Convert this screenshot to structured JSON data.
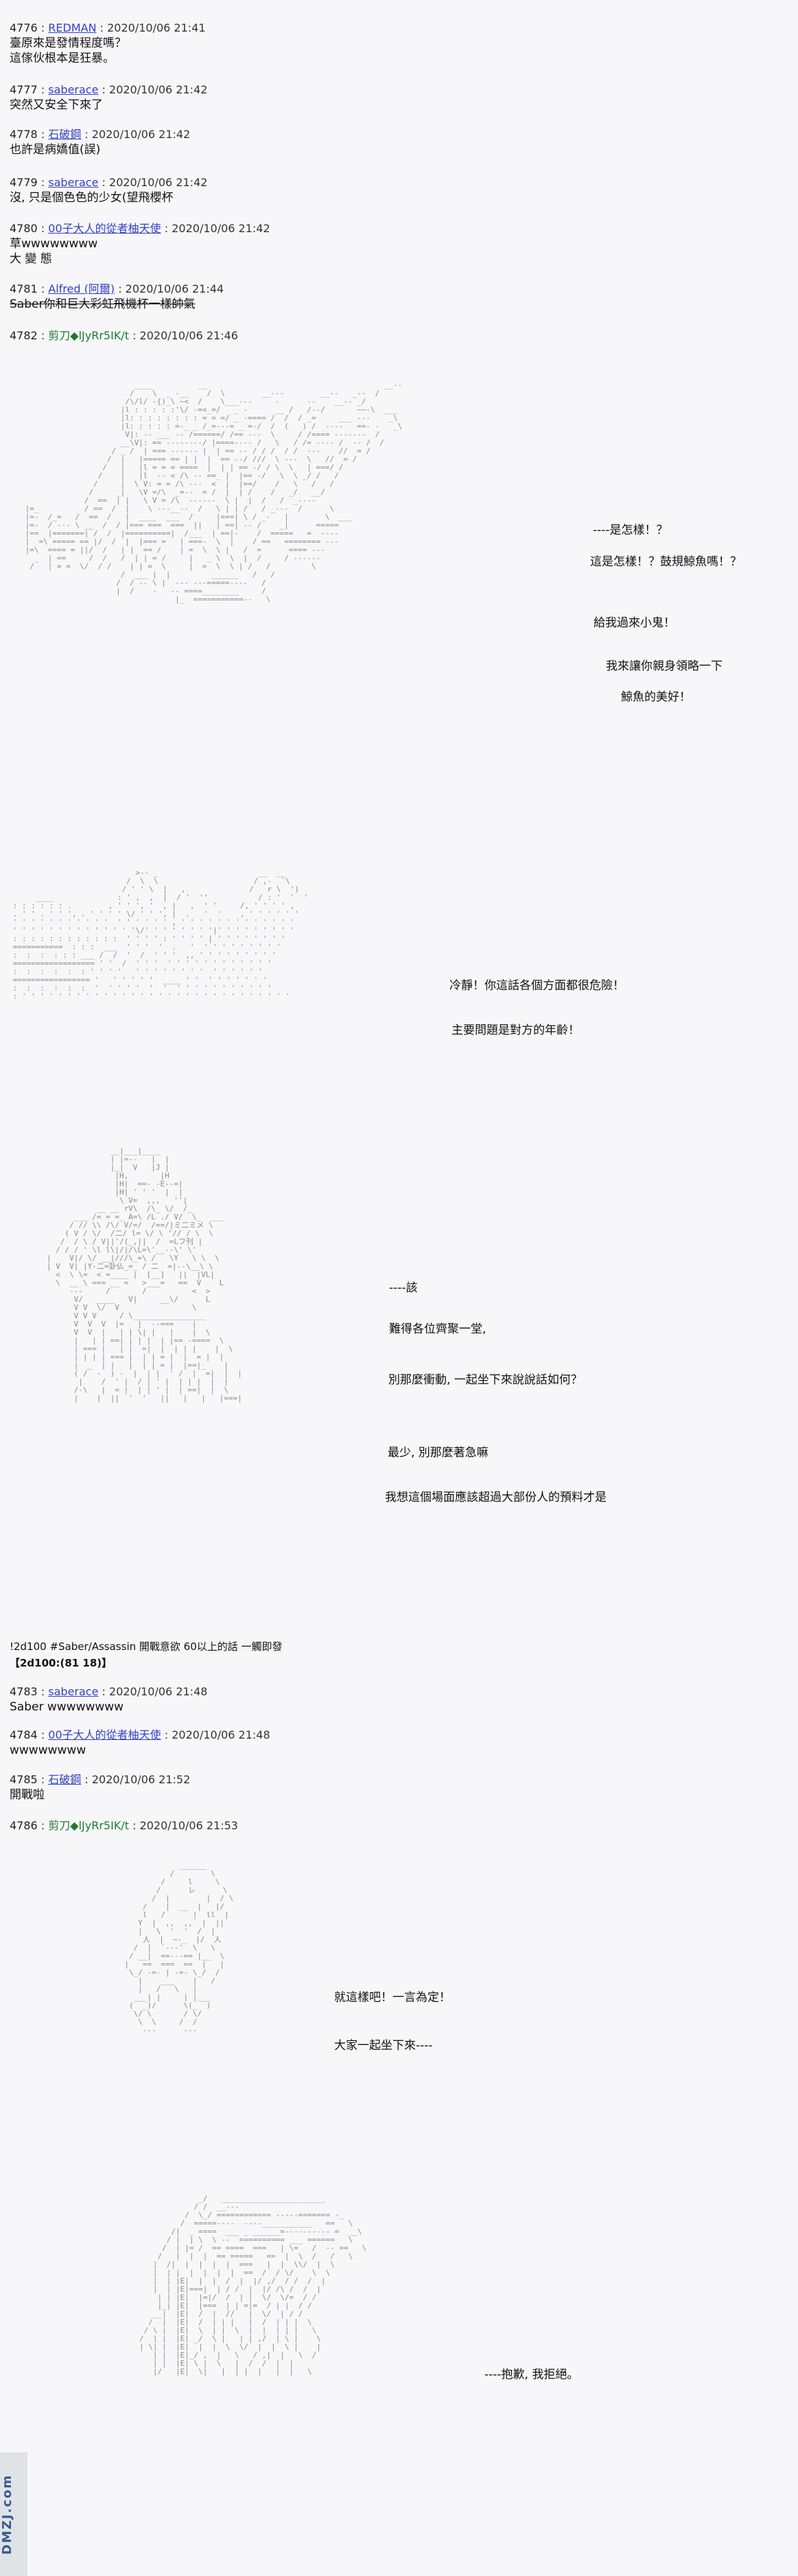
{
  "posts": [
    {
      "num": "4776",
      "name": "REDMAN",
      "time": "2020/10/06 21:41",
      "lines": [
        "臺原來是發情程度嗎？",
        "這傢伙根本是狂暴。"
      ]
    },
    {
      "num": "4777",
      "name": "saberace",
      "time": "2020/10/06 21:42",
      "lines": [
        "突然又安全下來了"
      ]
    },
    {
      "num": "4778",
      "name": "石破鋼",
      "time": "2020/10/06 21:42",
      "lines": [
        "也許是病嬌值(誤)"
      ]
    },
    {
      "num": "4779",
      "name": "saberace",
      "time": "2020/10/06 21:42",
      "lines": [
        "沒, 只是個色色的少女(望飛櫻杯"
      ]
    },
    {
      "num": "4780",
      "name": "00子大人的從者柚天使",
      "time": "2020/10/06 21:42",
      "lines": [
        "草wwwwwwww",
        "大 變 態"
      ]
    },
    {
      "num": "4781",
      "name": "Alfred (阿爾)",
      "time": "2020/10/06 21:44",
      "lines": [
        "Saber你和巨大彩虹飛機杯一樣帥氣"
      ]
    },
    {
      "num": "4782",
      "name": "剪刀◆lJyRr5IK/t",
      "time": "2020/10/06 21:46",
      "lines": []
    },
    {
      "num": "4783",
      "name": "saberace",
      "time": "2020/10/06 21:48",
      "lines": [
        "Saber wwwwwwww"
      ]
    },
    {
      "num": "4784",
      "name": "00子大人的從者柚天使",
      "time": "2020/10/06 21:48",
      "lines": [
        "wwwwwwww"
      ]
    },
    {
      "num": "4785",
      "name": "石破鋼",
      "time": "2020/10/06 21:52",
      "lines": [
        "開戰啦"
      ]
    },
    {
      "num": "4786",
      "name": "剪刀◆lJyRr5IK/t",
      "time": "2020/10/06 21:53",
      "lines": []
    }
  ],
  "scene1": [
    "----是怎樣！？",
    "這是怎樣！？鼓規鯨魚嗎！？",
    "給我過來小鬼！",
    "我來讓你親身領略一下",
    "鯨魚的美好！"
  ],
  "scene2": [
    "冷靜！你這話各個方面都很危險！",
    "主要問題是對方的年齡！"
  ],
  "scene3": [
    "----該",
    "難得各位齊聚一堂,",
    "別那麼衝動, 一起坐下來說說話如何？",
    "最少, 別那麼著急嘛",
    "我想這個場面應該超過大部份人的預料才是"
  ],
  "dice": [
    "!2d100 #Saber/Assassin 開戰意欲 60以上的話 一觸即發",
    "【2d100:(81 18)】"
  ],
  "scene4": [
    "就這樣吧！一言為定！",
    "大家一起坐下來----"
  ],
  "scene5": [
    "----抱歉, 我拒絕。"
  ],
  "watermark": "DMZJ.com"
}
